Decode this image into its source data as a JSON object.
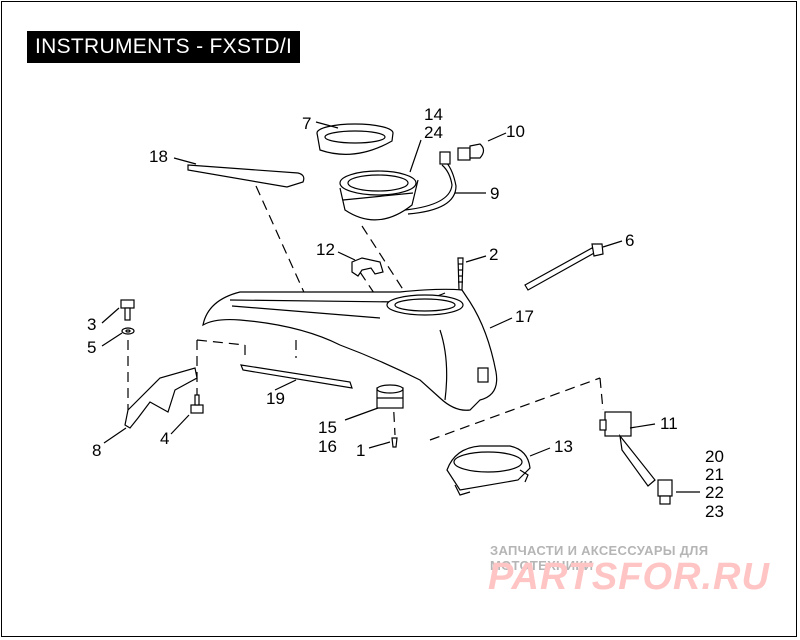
{
  "title": "INSTRUMENTS - FXSTD/I",
  "callouts": [
    {
      "id": "c1",
      "text": "1"
    },
    {
      "id": "c2",
      "text": "2"
    },
    {
      "id": "c3",
      "text": "3"
    },
    {
      "id": "c4",
      "text": "4"
    },
    {
      "id": "c5",
      "text": "5"
    },
    {
      "id": "c6",
      "text": "6"
    },
    {
      "id": "c7",
      "text": "7"
    },
    {
      "id": "c8",
      "text": "8"
    },
    {
      "id": "c9",
      "text": "9"
    },
    {
      "id": "c10",
      "text": "10"
    },
    {
      "id": "c11",
      "text": "11"
    },
    {
      "id": "c12",
      "text": "12"
    },
    {
      "id": "c13",
      "text": "13"
    },
    {
      "id": "c14",
      "text": "14"
    },
    {
      "id": "c24",
      "text": "24"
    },
    {
      "id": "c15",
      "text": "15"
    },
    {
      "id": "c16",
      "text": "16"
    },
    {
      "id": "c17",
      "text": "17"
    },
    {
      "id": "c18",
      "text": "18"
    },
    {
      "id": "c19",
      "text": "19"
    },
    {
      "id": "c20",
      "text": "20"
    },
    {
      "id": "c21",
      "text": "21"
    },
    {
      "id": "c22",
      "text": "22"
    },
    {
      "id": "c23",
      "text": "23"
    }
  ],
  "watermark": {
    "subtitle": "ЗАПЧАСТИ И АКСЕССУАРЫ ДЛЯ МОТОТЕХНИКИ",
    "logo": "PARTSFOR.RU"
  }
}
